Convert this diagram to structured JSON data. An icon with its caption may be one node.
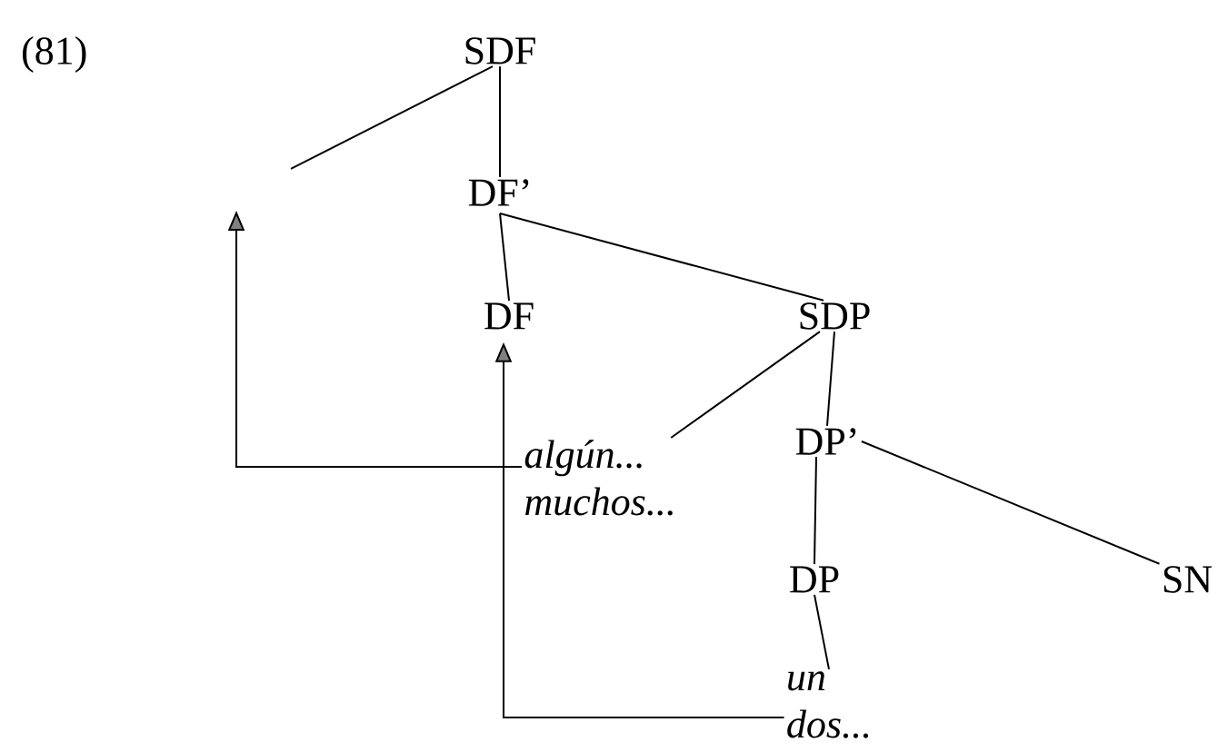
{
  "diagram": {
    "nodes": [
      {
        "text": [
          "SDF"
        ]
      },
      {
        "text": [
          "DF’"
        ]
      },
      {
        "text": [
          "DF"
        ]
      },
      {
        "text": [
          "SDP"
        ]
      },
      {
        "text": [
          "*algún...*",
          "*muchos...*"
        ]
      },
      {
        "text": [
          "DP’"
        ]
      },
      {
        "text": [
          "SN"
        ]
      },
      {
        "text": [
          "DP"
        ]
      },
      {
        "text": [
          "*un*",
          "*dos...*"
        ]
      }
    ],
    "edges": [
      {
        "from": 0,
        "to": null,
        "arrow": "none"
      },
      {
        "from": 0,
        "to": 1,
        "arrow": "none"
      },
      {
        "from": 1,
        "to": 2,
        "arrow": "none"
      },
      {
        "from": 1,
        "to": 3,
        "arrow": "none"
      },
      {
        "from": 3,
        "to": 4,
        "arrow": "none"
      },
      {
        "from": 3,
        "to": 5,
        "arrow": "none"
      },
      {
        "from": 5,
        "to": 7,
        "arrow": "none"
      },
      {
        "from": 5,
        "to": 6,
        "arrow": "none"
      },
      {
        "from": 7,
        "to": 8,
        "arrow": "none"
      },
      {
        "from": 4,
        "to": null,
        "arrow": "to"
      },
      {
        "from": 8,
        "to": 2,
        "arrow": "to"
      }
    ],
    "labels": [
      "(81)"
    ]
  }
}
